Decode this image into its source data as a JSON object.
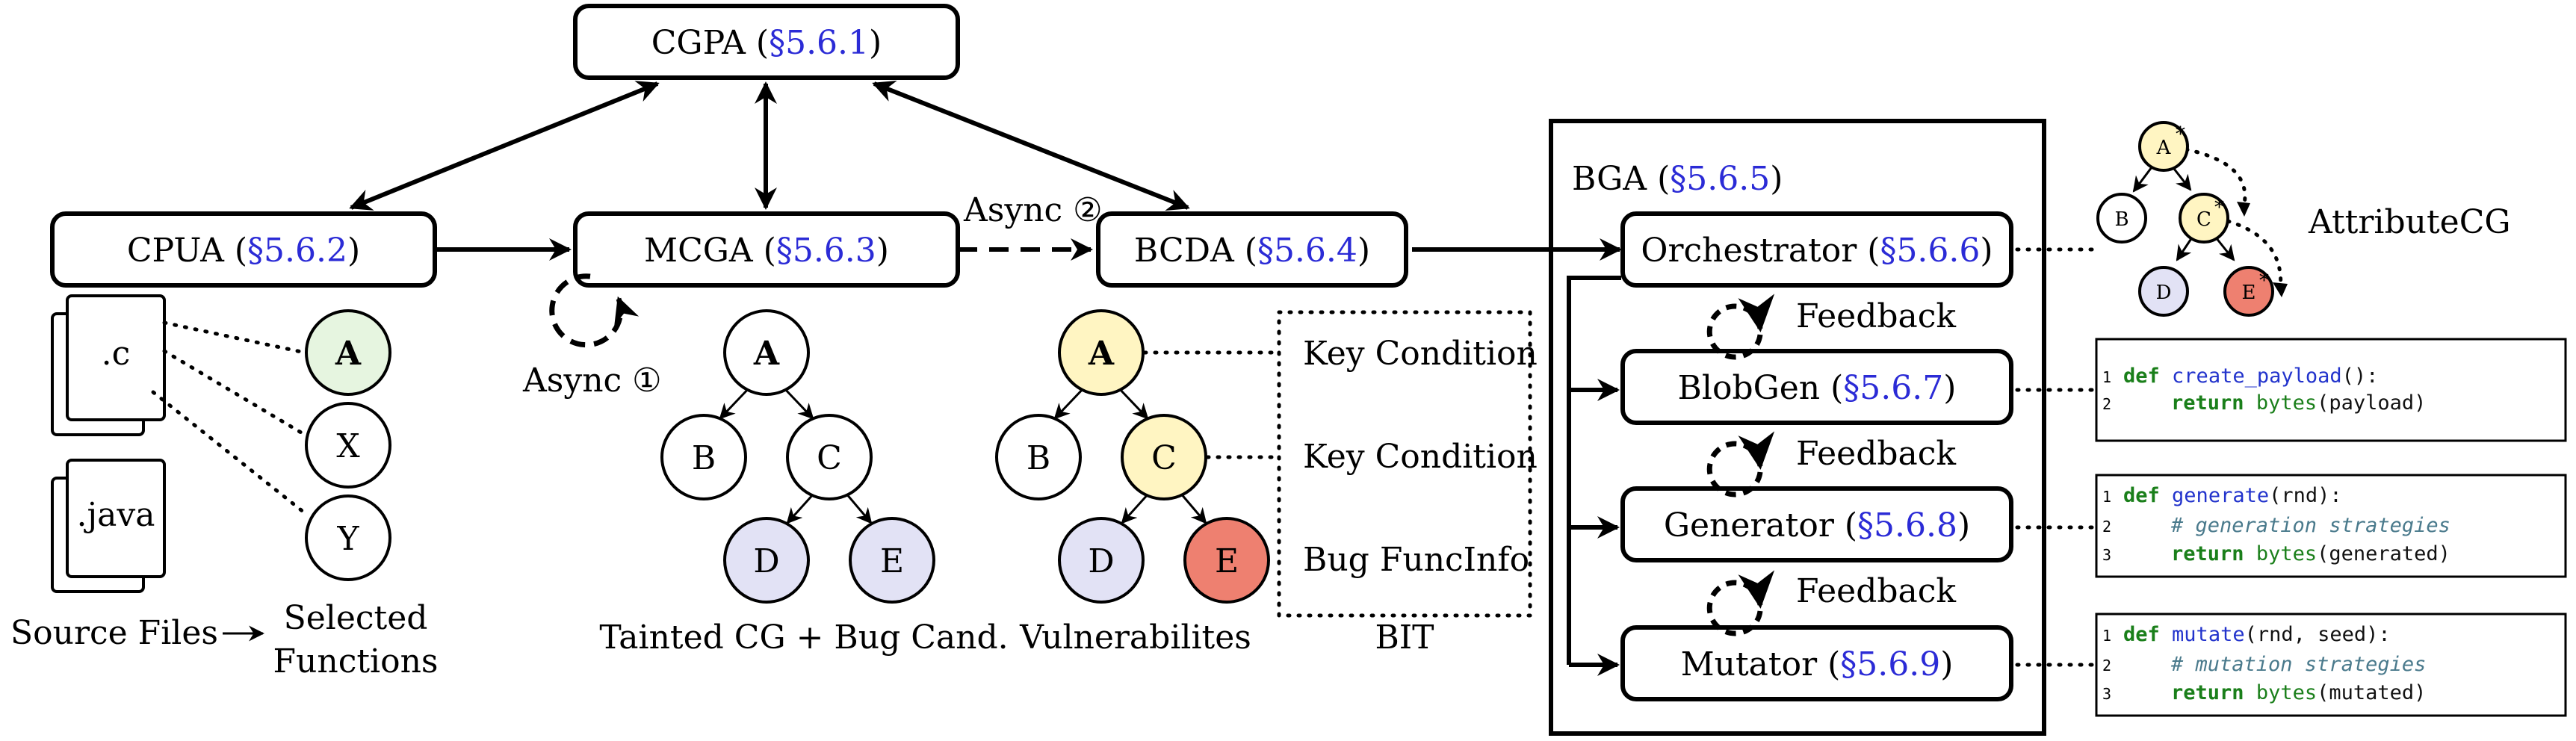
{
  "components": {
    "cgpa": {
      "name": "CGPA",
      "ref": "§5.6.1"
    },
    "cpua": {
      "name": "CPUA",
      "ref": "§5.6.2"
    },
    "mcga": {
      "name": "MCGA",
      "ref": "§5.6.3"
    },
    "bcda": {
      "name": "BCDA",
      "ref": "§5.6.4"
    },
    "bga": {
      "name": "BGA",
      "ref": "§5.6.5"
    },
    "orchestrator": {
      "name": "Orchestrator",
      "ref": "§5.6.6"
    },
    "blobgen": {
      "name": "BlobGen",
      "ref": "§5.6.7"
    },
    "generator": {
      "name": "Generator",
      "ref": "§5.6.8"
    },
    "mutator": {
      "name": "Mutator",
      "ref": "§5.6.9"
    }
  },
  "labels": {
    "async1": "Async ①",
    "async2": "Async ②",
    "feedback": "Feedback",
    "source_files": "Source Files",
    "selected_functions_1": "Selected",
    "selected_functions_2": "Functions",
    "tainted_cg": "Tainted CG + Bug Cand.",
    "vulnerabilities": "Vulnerabilites",
    "bit": "BIT",
    "key_condition_1": "Key Condition",
    "key_condition_2": "Key Condition",
    "bug_funcinfo": "Bug FuncInfo",
    "attribute_cg": "AttributeCG"
  },
  "files": {
    "c": ".c",
    "java": ".java"
  },
  "nodes": {
    "a": "A",
    "b": "B",
    "c": "C",
    "d": "D",
    "e": "E",
    "x": "X",
    "y": "Y"
  },
  "code": {
    "blobgen": {
      "l1n": "1",
      "l1kw": "def",
      "l1fn": "create_payload",
      "l1rest": "():",
      "l2n": "2",
      "l2kw": "return",
      "l2fn": "bytes",
      "l2rest": "(payload)"
    },
    "generator": {
      "l1n": "1",
      "l1kw": "def",
      "l1fn": "generate",
      "l1rest": "(rnd):",
      "l2n": "2",
      "l2cm": "# generation strategies",
      "l3n": "3",
      "l3kw": "return",
      "l3fn": "bytes",
      "l3rest": "(generated)"
    },
    "mutator": {
      "l1n": "1",
      "l1kw": "def",
      "l1fn": "mutate",
      "l1rest": "(rnd, seed):",
      "l2n": "2",
      "l2cm": "# mutation strategies",
      "l3n": "3",
      "l3kw": "return",
      "l3fn": "bytes",
      "l3rest": "(mutated)"
    }
  },
  "colors": {
    "green_node": "#e6f5e0",
    "yellow_node": "#fff5c2",
    "purple_node": "#e2e2f5",
    "red_node": "#ee8070",
    "reference_link": "#2b2bd6"
  }
}
